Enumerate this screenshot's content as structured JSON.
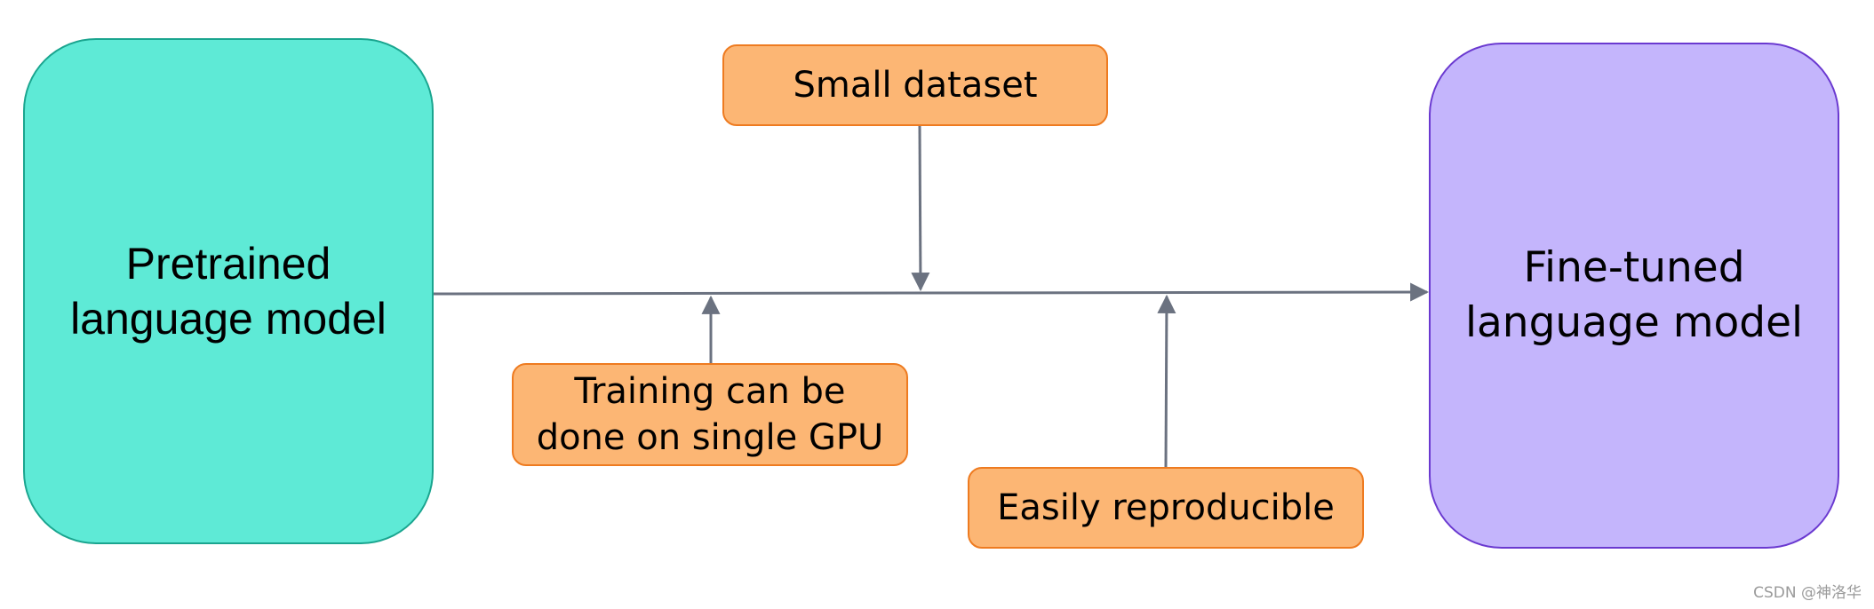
{
  "nodes": {
    "pretrained": "Pretrained\nlanguage model",
    "finetuned": "Fine-tuned\nlanguage model",
    "small_dataset": "Small dataset",
    "training_gpu": "Training can be\ndone on single GPU",
    "reproducible": "Easily reproducible"
  },
  "colors": {
    "pretrained_fill": "#5eead6",
    "finetuned_fill": "#c4b5fc",
    "note_fill": "#fcb674",
    "note_border": "#ee7b20",
    "arrow": "#6b7280"
  },
  "watermark": "CSDN @神洛华"
}
